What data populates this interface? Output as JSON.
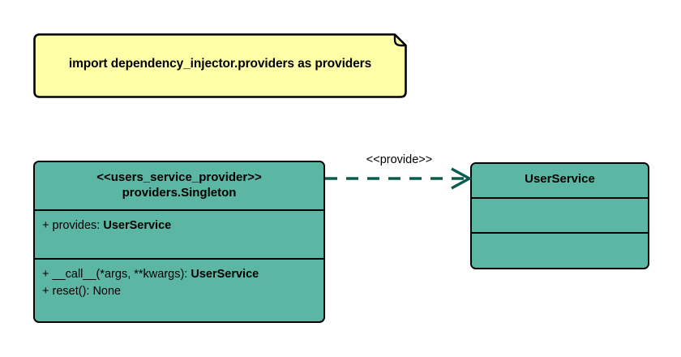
{
  "diagram": {
    "type": "uml-class-diagram",
    "colors": {
      "note_fill": "#ffffa8",
      "class_fill": "#5bb7a4",
      "border": "#000000",
      "connector": "#0a5c4f"
    }
  },
  "note": {
    "text": "import dependency_injector.providers as providers"
  },
  "classes": [
    {
      "id": "users_service_provider",
      "stereotype": "<<users_service_provider>>",
      "name": "providers.Singleton",
      "attributes": [
        {
          "visibility": "+",
          "label": "provides:",
          "type": "UserService"
        }
      ],
      "operations": [
        {
          "visibility": "+",
          "label": "__call__(*args, **kwargs):",
          "type": "UserService"
        },
        {
          "visibility": "+",
          "label": "reset():",
          "type": "None"
        }
      ]
    },
    {
      "id": "user_service",
      "name": "UserService",
      "attributes": [],
      "operations": []
    }
  ],
  "connector": {
    "kind": "dependency",
    "style": "dashed",
    "label": "<<provide>>",
    "from": "users_service_provider",
    "to": "user_service"
  }
}
